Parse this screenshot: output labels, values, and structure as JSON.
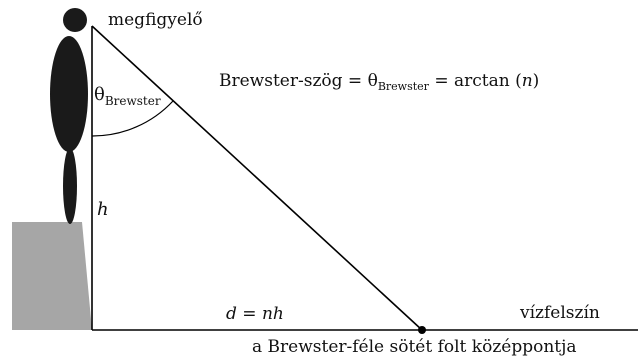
{
  "labels": {
    "observer": "megfigyelő",
    "theta": "θ",
    "theta_sub": "Brewster",
    "formula_prefix": "Brewster-szög = θ",
    "formula_sub": "Brewster",
    "formula_mid": " = arctan (",
    "formula_n": "n",
    "formula_end": ")",
    "height": "h",
    "distance_d": "d",
    "distance_eq": " = ",
    "distance_nh": "nh",
    "water_surface": "vízfelszín",
    "dark_spot": "a Brewster-féle sötét folt középpontja"
  },
  "colors": {
    "figure": "#1a1a1a",
    "pedestal": "#a6a6a6",
    "line": "#000000"
  }
}
